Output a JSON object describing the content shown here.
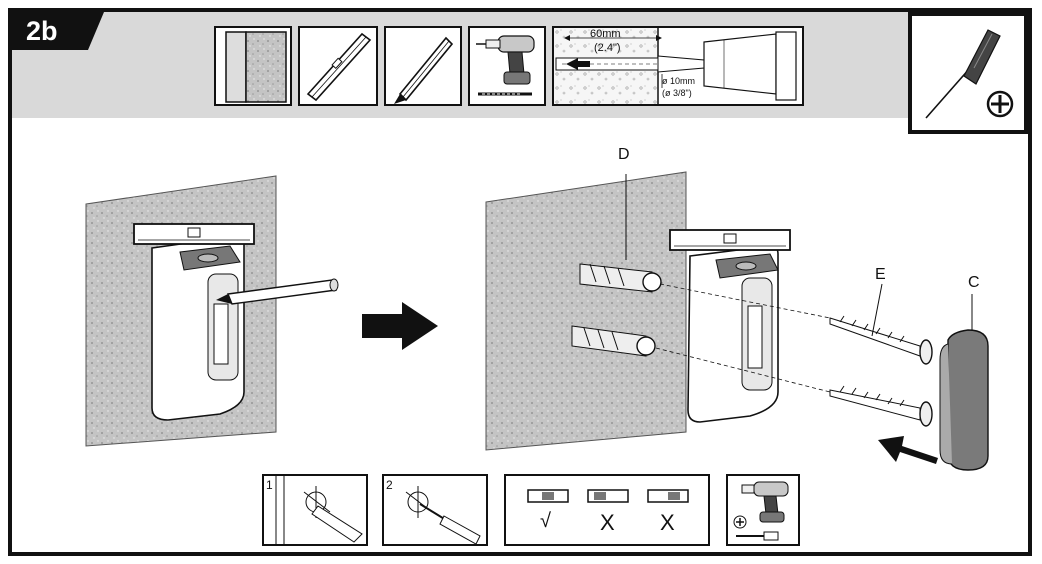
{
  "step": {
    "label": "2b"
  },
  "drill_detail": {
    "depth": "60mm",
    "depth_imperial": "(2.4\")",
    "diameter": "ø 10mm",
    "diameter_imperial": "(ø 3/8\")"
  },
  "parts": {
    "dowel": "D",
    "screw": "E",
    "cover": "C"
  },
  "sub_steps": {
    "step1": "1",
    "step2": "2"
  },
  "level_check": {
    "ok": "√",
    "bad1": "X",
    "bad2": "X"
  },
  "colors": {
    "frame": "#111111",
    "band": "#d9d9d9",
    "wall": "#bdbdbd",
    "accent": "#000000"
  },
  "icons": [
    "wall-icon",
    "spirit-level-icon",
    "pencil-icon",
    "drill-icon",
    "drill-bit-icon",
    "phillips-screwdriver-icon",
    "phillips-cross-icon",
    "arrow-right-icon",
    "arrow-left-icon"
  ]
}
